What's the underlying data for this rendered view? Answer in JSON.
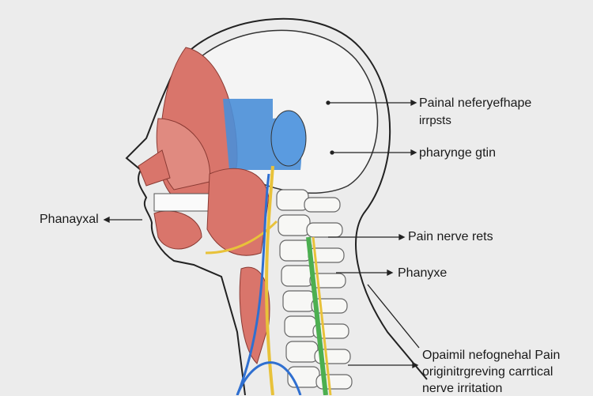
{
  "labels": {
    "top_line1": "Painal neferyefhape",
    "top_line2": "irrpsts",
    "pharynge": "pharynge gtin",
    "left": "Phanayxal",
    "nerve_rets": "Pain nerve rets",
    "phanyxe": "Phanyxe",
    "bottom_line1": "Opaimil nefognehal Pain",
    "bottom_line2": "originitrgreving carrtical",
    "bottom_line3": "nerve irritation"
  },
  "colors": {
    "muscle": "#d9756b",
    "blue_region": "#4a8fd8",
    "nerve_yellow": "#e8c23a",
    "nerve_green": "#4caf50",
    "nerve_blue": "#2f6fd0",
    "background": "#ececec"
  }
}
